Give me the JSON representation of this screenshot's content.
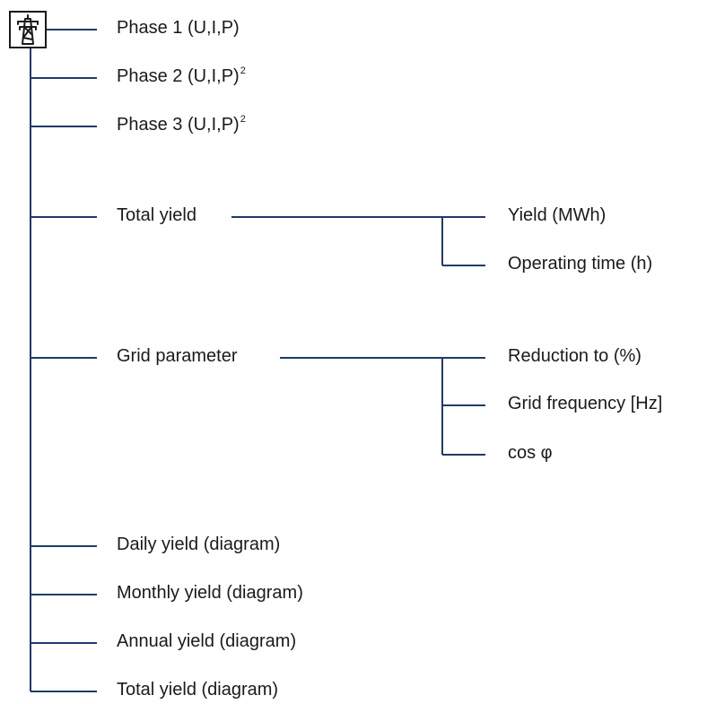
{
  "root": {
    "icon": "power-pylon-icon"
  },
  "line_color": "#1f3a6b",
  "menu": [
    {
      "id": "phase1",
      "label": "Phase 1 (U,I,P)",
      "sup": ""
    },
    {
      "id": "phase2",
      "label": "Phase 2 (U,I,P)",
      "sup": "2"
    },
    {
      "id": "phase3",
      "label": "Phase 3 (U,I,P)",
      "sup": "2"
    },
    {
      "id": "total-yield",
      "label": "Total yield",
      "sup": "",
      "children": [
        {
          "id": "yield-mwh",
          "label": "Yield (MWh)"
        },
        {
          "id": "operating-time",
          "label": "Operating time (h)"
        }
      ]
    },
    {
      "id": "grid-parameter",
      "label": "Grid parameter",
      "sup": "",
      "children": [
        {
          "id": "reduction-to",
          "label": "Reduction to (%)"
        },
        {
          "id": "grid-frequency",
          "label": "Grid frequency [Hz]"
        },
        {
          "id": "cos-phi",
          "label": "cos φ"
        }
      ]
    },
    {
      "id": "daily-yield",
      "label": "Daily yield (diagram)",
      "sup": ""
    },
    {
      "id": "monthly-yield",
      "label": "Monthly yield (diagram)",
      "sup": ""
    },
    {
      "id": "annual-yield",
      "label": "Annual yield (diagram)",
      "sup": ""
    },
    {
      "id": "total-yield-diagram",
      "label": "Total yield (diagram)",
      "sup": ""
    }
  ]
}
